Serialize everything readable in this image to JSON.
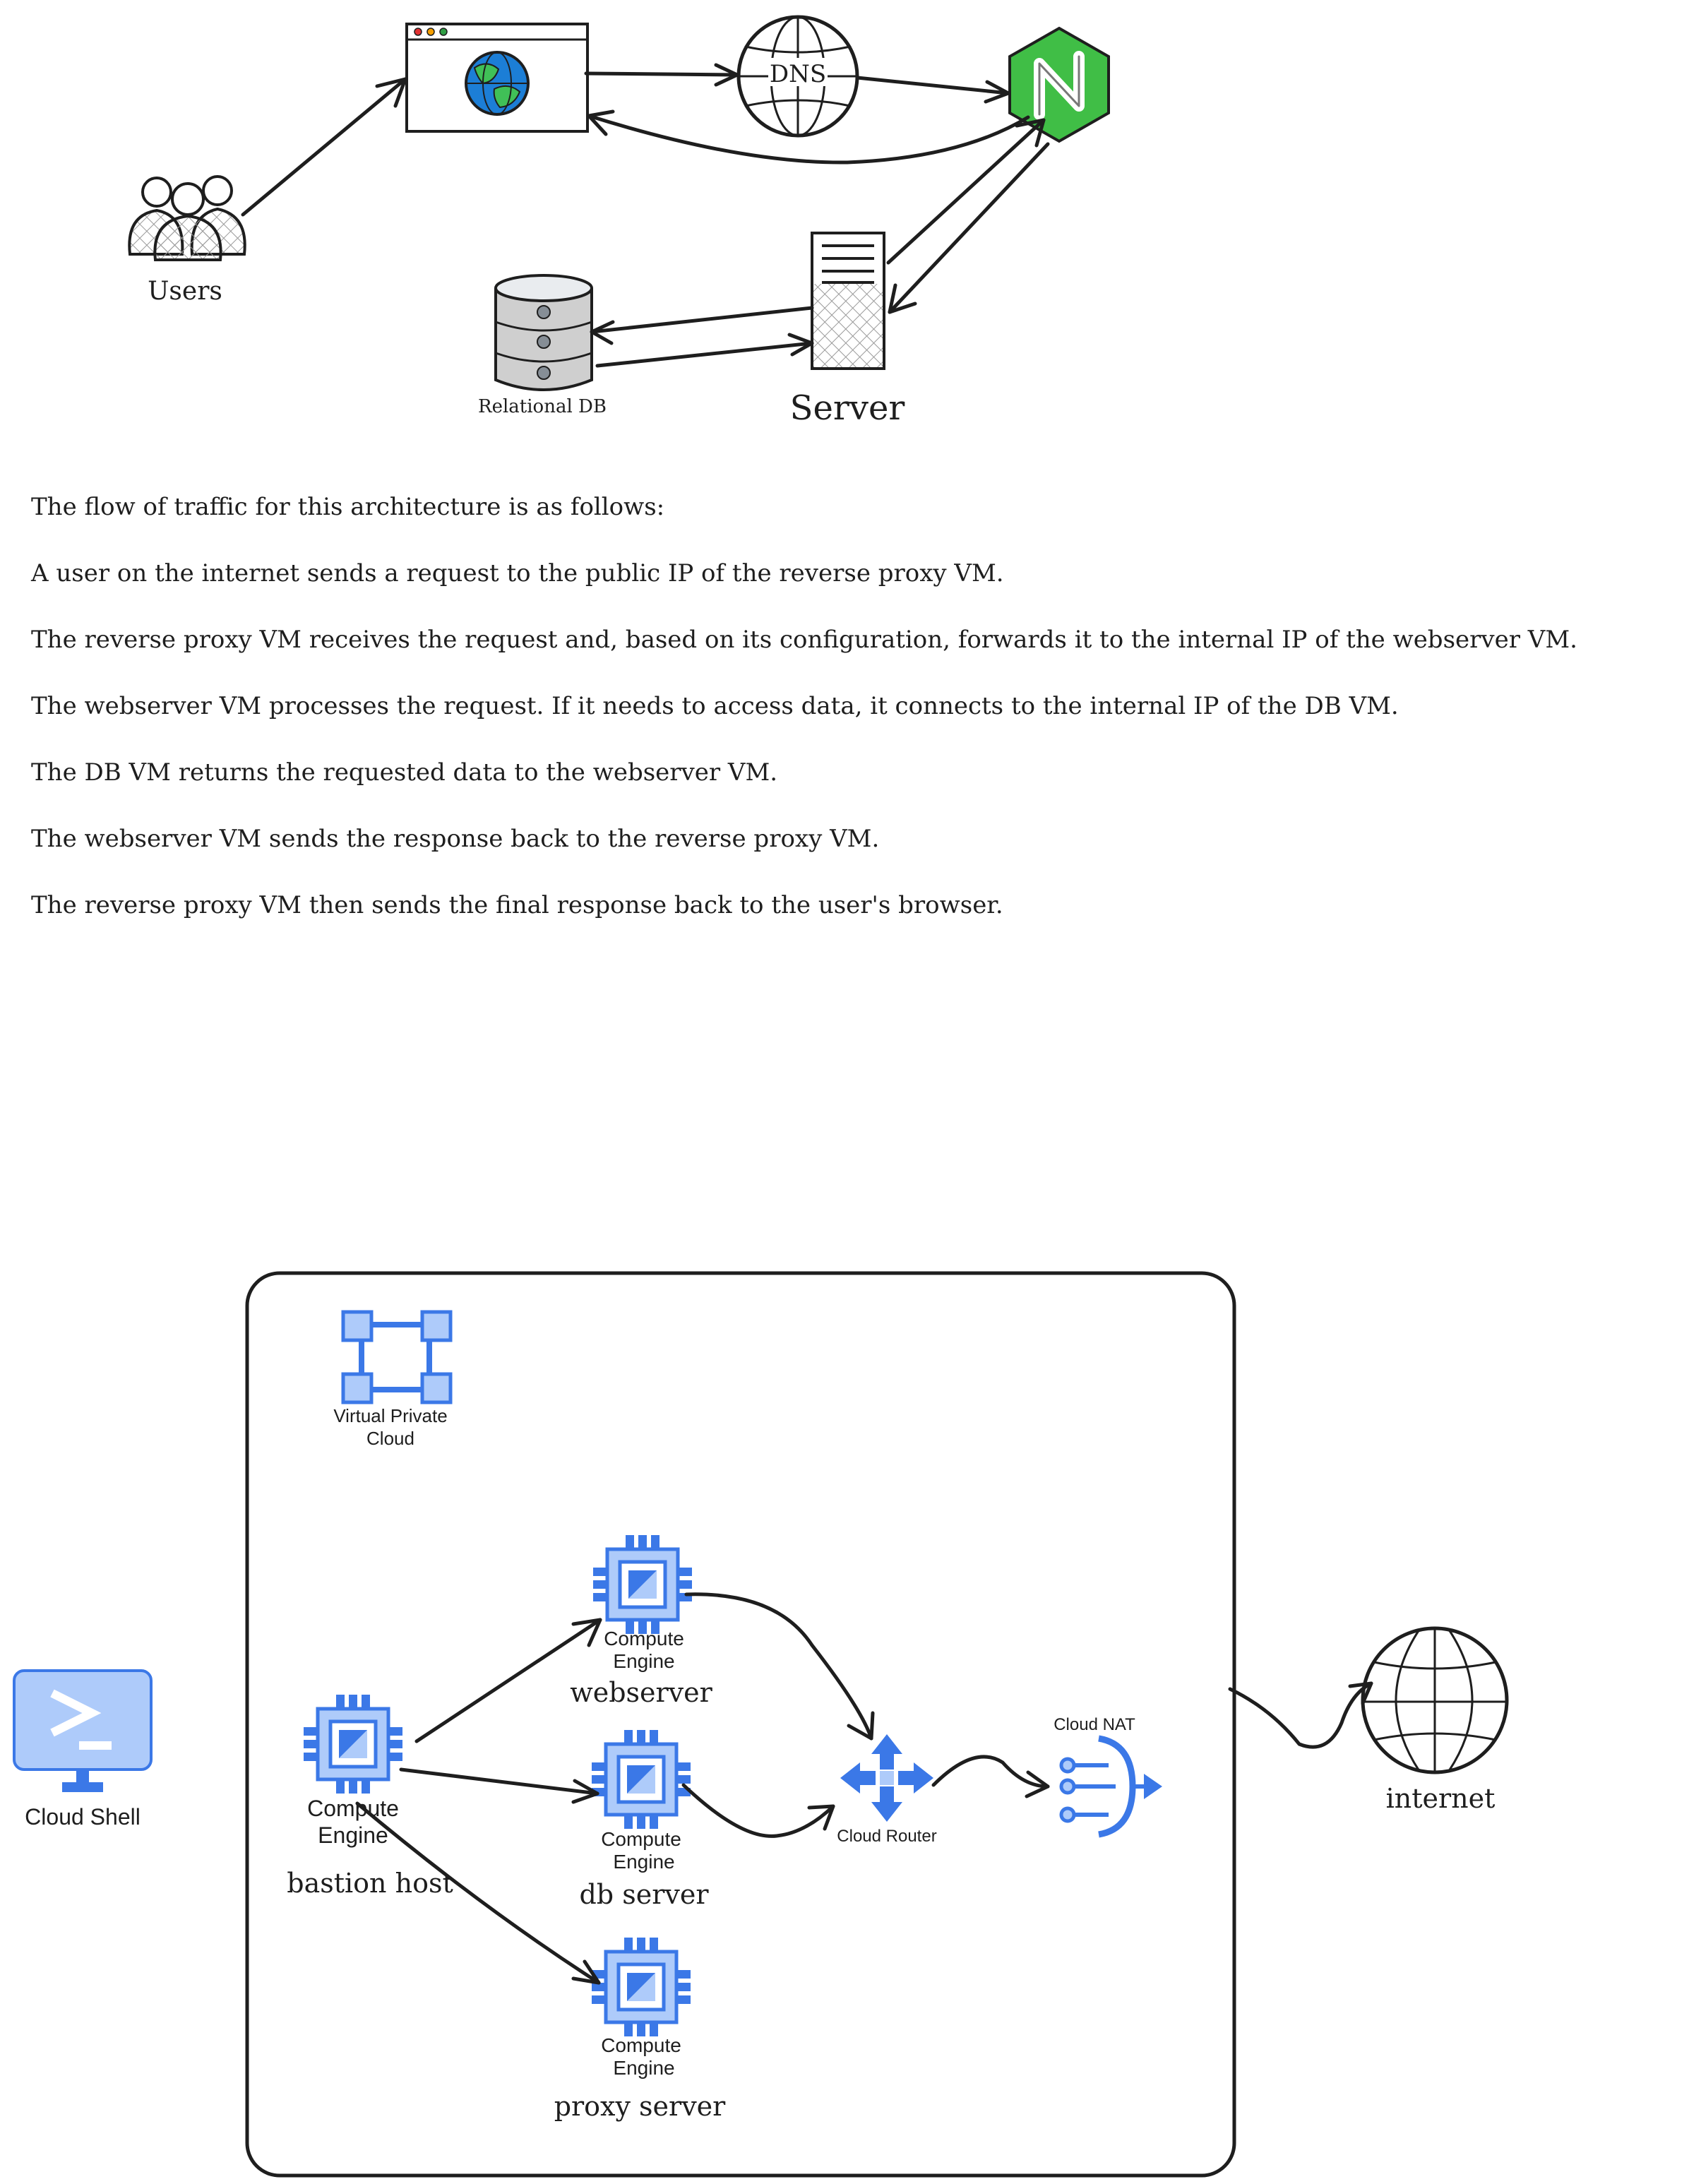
{
  "top_diagram": {
    "users_label": "Users",
    "dns_label": "DNS",
    "db_label": "Relational DB",
    "server_label": "Server"
  },
  "flow": {
    "intro": "The flow of traffic for this architecture is as follows:",
    "steps": [
      "A user on the internet sends a request to the public IP of the reverse proxy VM.",
      "The reverse proxy VM receives the request and, based on its configuration, forwards it to the internal IP of the webserver VM.",
      "The webserver VM processes the request. If it needs to access data, it connects to the internal IP of the DB VM.",
      "The DB VM returns the requested data to the webserver VM.",
      "The webserver VM sends the response back to the reverse proxy VM.",
      "The reverse proxy VM then sends the final response back to the user's browser."
    ]
  },
  "gcp_diagram": {
    "vpc_label_line1": "Virtual Private",
    "vpc_label_line2": "Cloud",
    "cloud_shell_label": "Cloud Shell",
    "compute_label_line1": "Compute",
    "compute_label_line2": "Engine",
    "bastion_label": "bastion host",
    "webserver_label": "webserver",
    "db_server_label": "db server",
    "proxy_server_label": "proxy server",
    "cloud_router_label": "Cloud Router",
    "cloud_nat_label": "Cloud NAT",
    "internet_label": "internet"
  },
  "colors": {
    "google_blue": "#3b78e7",
    "google_pale_blue": "#aecbfa",
    "nginx_green": "#40be46",
    "ink": "#1e1e1e"
  }
}
